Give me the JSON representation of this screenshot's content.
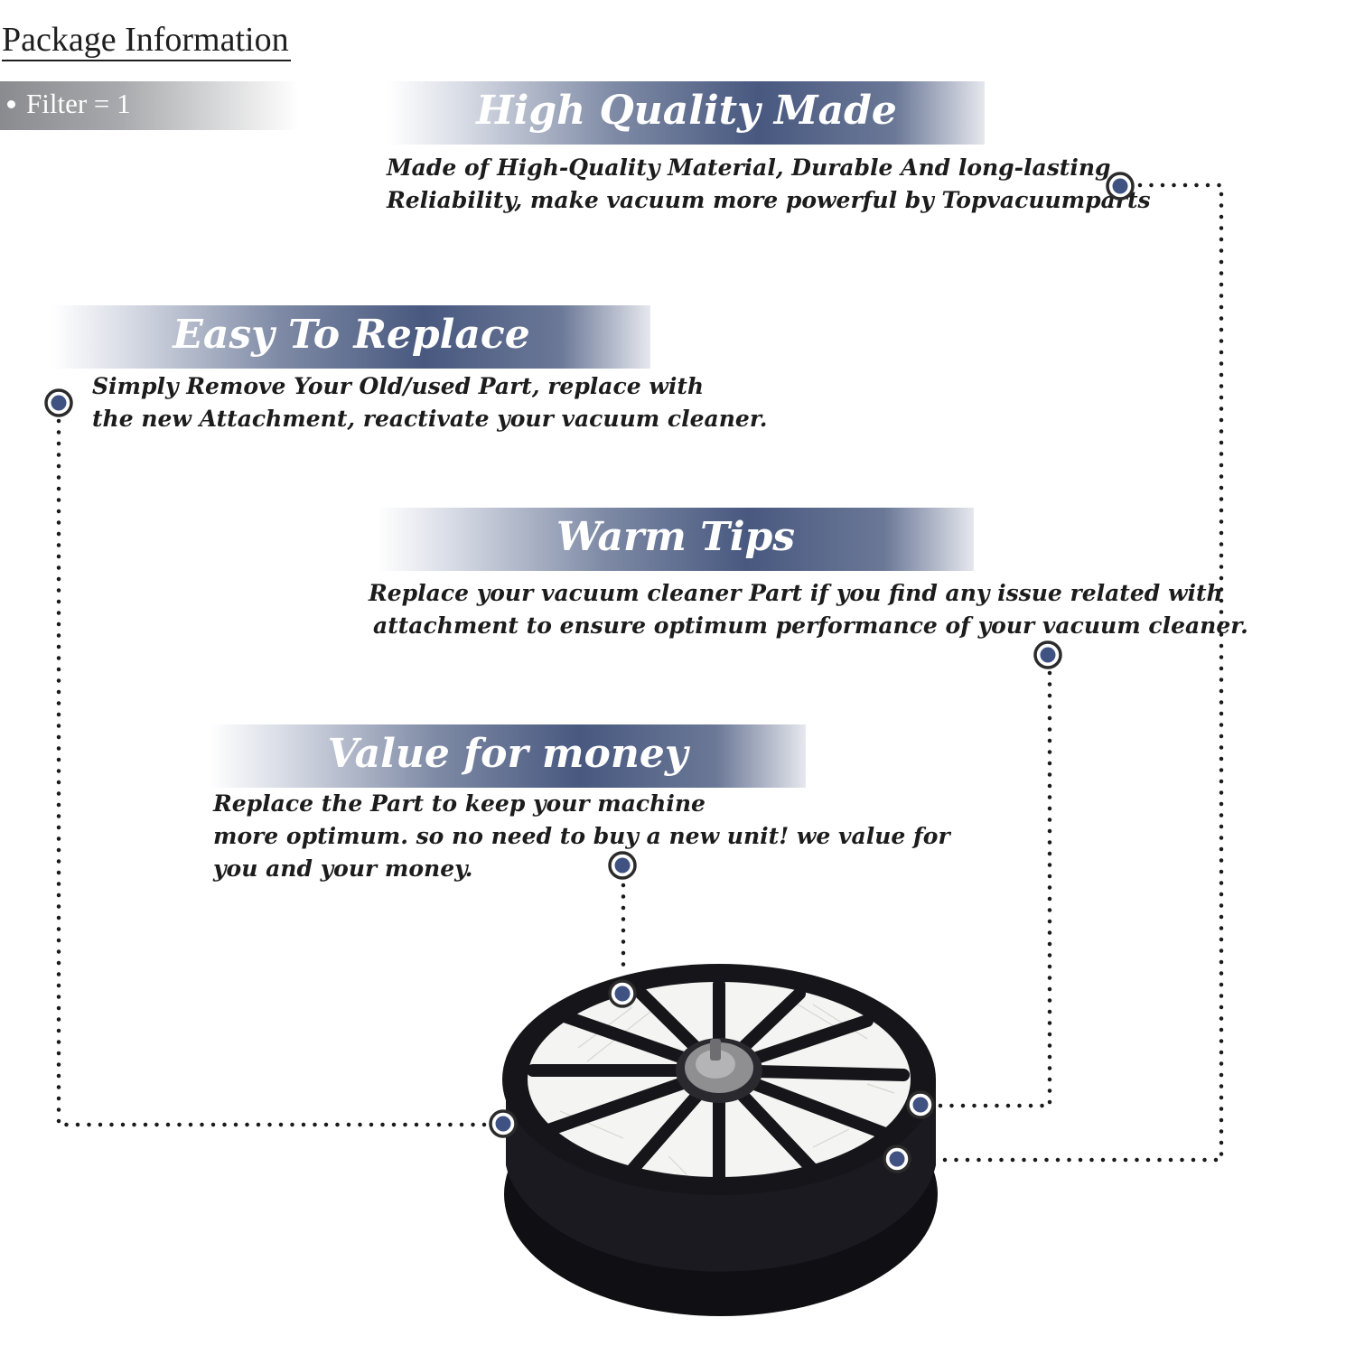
{
  "package": {
    "title": "Package Information",
    "item": "Filter = 1"
  },
  "features": [
    {
      "title": "High Quality Made",
      "line1": "Made of  High-Quality Material, Durable And long-lasting",
      "line2": "Reliability, make vacuum more powerful by Topvacuumparts"
    },
    {
      "title": "Easy To Replace",
      "line1": "Simply Remove Your Old/used Part, replace with",
      "line2": "the new Attachment, reactivate your vacuum cleaner."
    },
    {
      "title": "Warm Tips",
      "line1": "Replace your vacuum cleaner Part if you find any issue related with",
      "line2": "attachment to ensure optimum performance of your vacuum cleaner."
    },
    {
      "title": "Value for money",
      "line1": "Replace the Part to keep your machine",
      "line2": "more optimum. so no need to buy a new unit! we value for",
      "line3": "you and your money."
    }
  ],
  "colors": {
    "accent": "#3f5282",
    "banner_dark": "#48587f",
    "text": "#1c1c1c",
    "filter_frame": "#15151a",
    "filter_media": "#f4f4f2"
  }
}
